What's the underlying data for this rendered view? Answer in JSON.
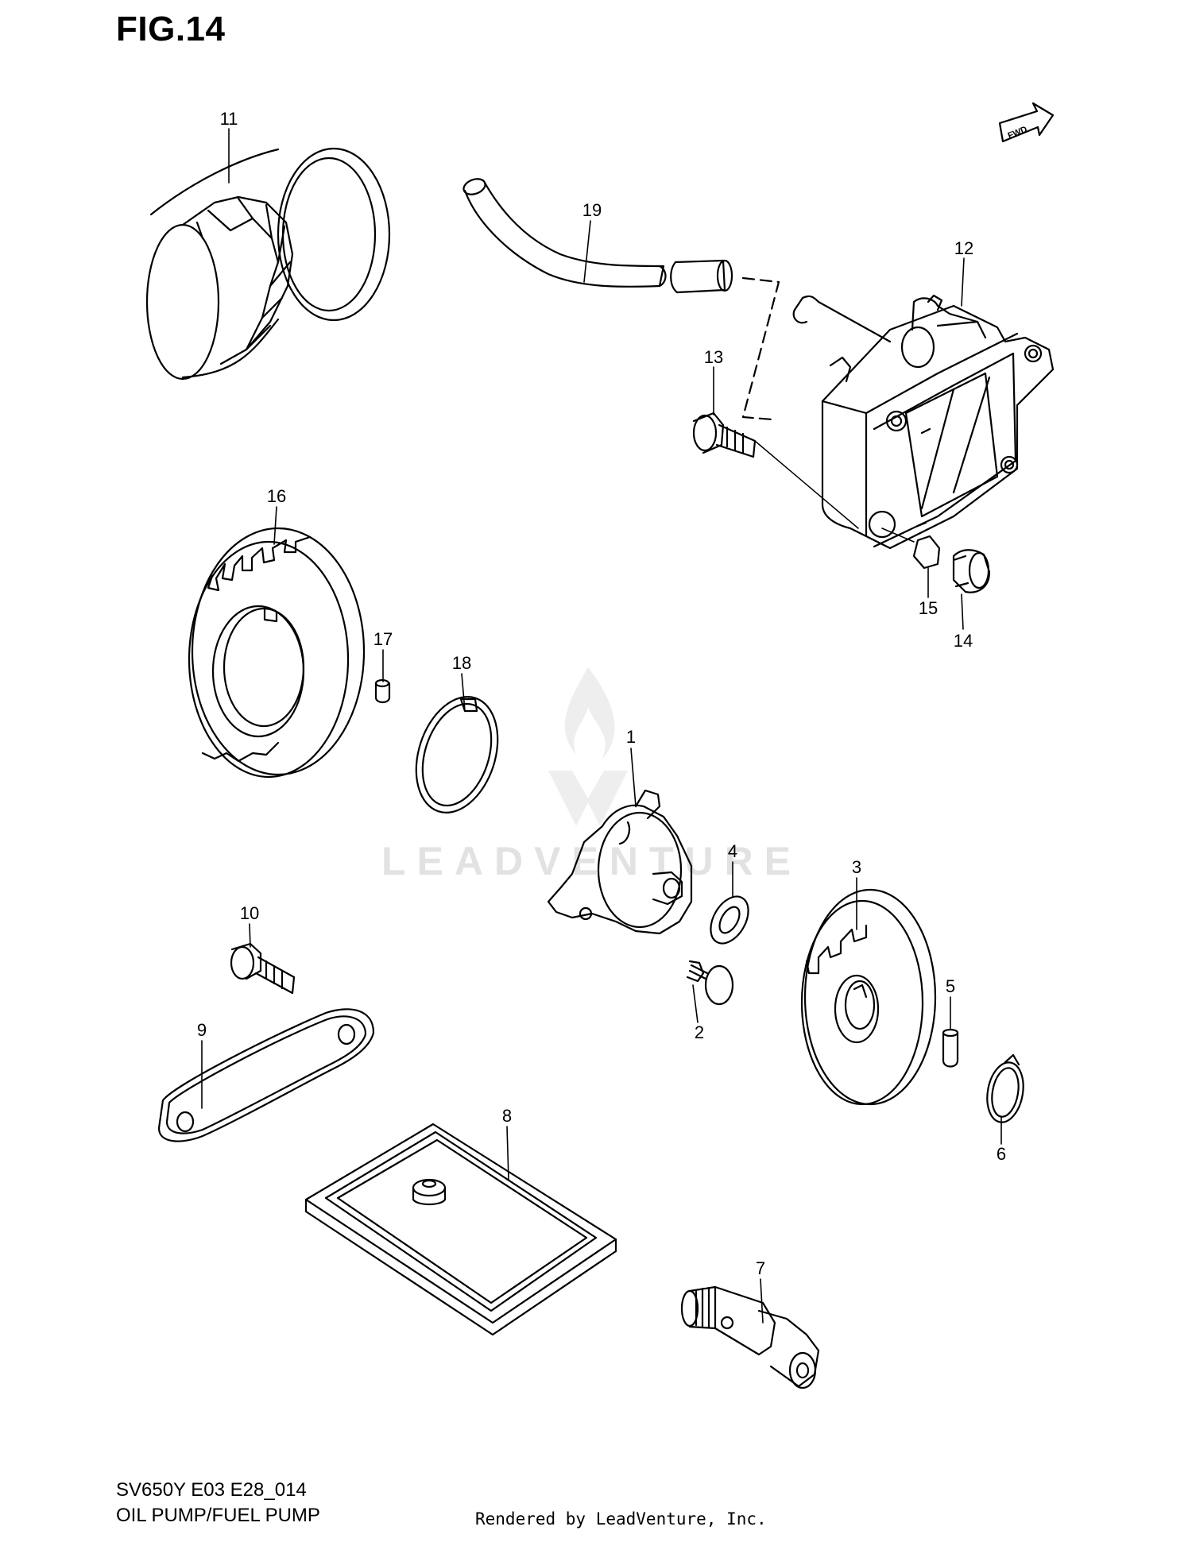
{
  "figure": {
    "title": "FIG.14",
    "fwd_label": "FWD",
    "watermark": "LEADVENTURE"
  },
  "callouts": [
    {
      "id": "1"
    },
    {
      "id": "2"
    },
    {
      "id": "3"
    },
    {
      "id": "4"
    },
    {
      "id": "5"
    },
    {
      "id": "6"
    },
    {
      "id": "7"
    },
    {
      "id": "8"
    },
    {
      "id": "9"
    },
    {
      "id": "10"
    },
    {
      "id": "11"
    },
    {
      "id": "12"
    },
    {
      "id": "13"
    },
    {
      "id": "14"
    },
    {
      "id": "15"
    },
    {
      "id": "16"
    },
    {
      "id": "17"
    },
    {
      "id": "18"
    },
    {
      "id": "19"
    }
  ],
  "footer": {
    "model_code": "SV650Y E03 E28_014",
    "section_name": "OIL PUMP/FUEL PUMP",
    "rendered_by": "Rendered by LeadVenture, Inc."
  }
}
